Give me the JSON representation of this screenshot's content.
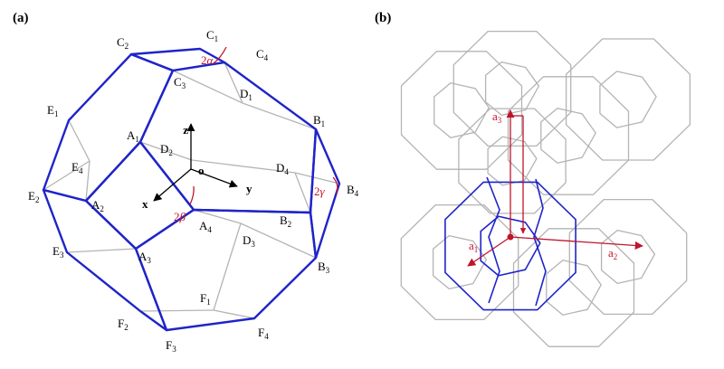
{
  "panels": {
    "a": {
      "label": "(a)"
    },
    "b": {
      "label": "(b)"
    }
  },
  "axes": {
    "z": "z",
    "y": "y",
    "x": "x",
    "origin": "o"
  },
  "vertices": {
    "C1": {
      "base": "C",
      "sub": "1"
    },
    "C2": {
      "base": "C",
      "sub": "2"
    },
    "C3": {
      "base": "C",
      "sub": "3"
    },
    "C4": {
      "base": "C",
      "sub": "4"
    },
    "D1": {
      "base": "D",
      "sub": "1"
    },
    "D2": {
      "base": "D",
      "sub": "2"
    },
    "D3": {
      "base": "D",
      "sub": "3"
    },
    "D4": {
      "base": "D",
      "sub": "4"
    },
    "E1": {
      "base": "E",
      "sub": "1"
    },
    "E2": {
      "base": "E",
      "sub": "2"
    },
    "E3": {
      "base": "E",
      "sub": "3"
    },
    "E4": {
      "base": "E",
      "sub": "4"
    },
    "A1": {
      "base": "A",
      "sub": "1"
    },
    "A2": {
      "base": "A",
      "sub": "2"
    },
    "A3": {
      "base": "A",
      "sub": "3"
    },
    "A4": {
      "base": "A",
      "sub": "4"
    },
    "B1": {
      "base": "B",
      "sub": "1"
    },
    "B2": {
      "base": "B",
      "sub": "2"
    },
    "B3": {
      "base": "B",
      "sub": "3"
    },
    "B4": {
      "base": "B",
      "sub": "4"
    },
    "F1": {
      "base": "F",
      "sub": "1"
    },
    "F2": {
      "base": "F",
      "sub": "2"
    },
    "F3": {
      "base": "F",
      "sub": "3"
    },
    "F4": {
      "base": "F",
      "sub": "4"
    }
  },
  "angles": {
    "alpha": {
      "num": "2",
      "sym": "α"
    },
    "beta": {
      "num": "2",
      "sym": "β"
    },
    "gamma": {
      "num": "2",
      "sym": "γ"
    }
  },
  "lattice_vectors": {
    "a1": {
      "base": "a",
      "sub": "1"
    },
    "a2": {
      "base": "a",
      "sub": "2"
    },
    "a3": {
      "base": "a",
      "sub": "3"
    }
  },
  "colors": {
    "front_edge": "#1f24c8",
    "back_edge": "#b4b4b4",
    "axis": "#000000",
    "accent": "#c0142c"
  }
}
